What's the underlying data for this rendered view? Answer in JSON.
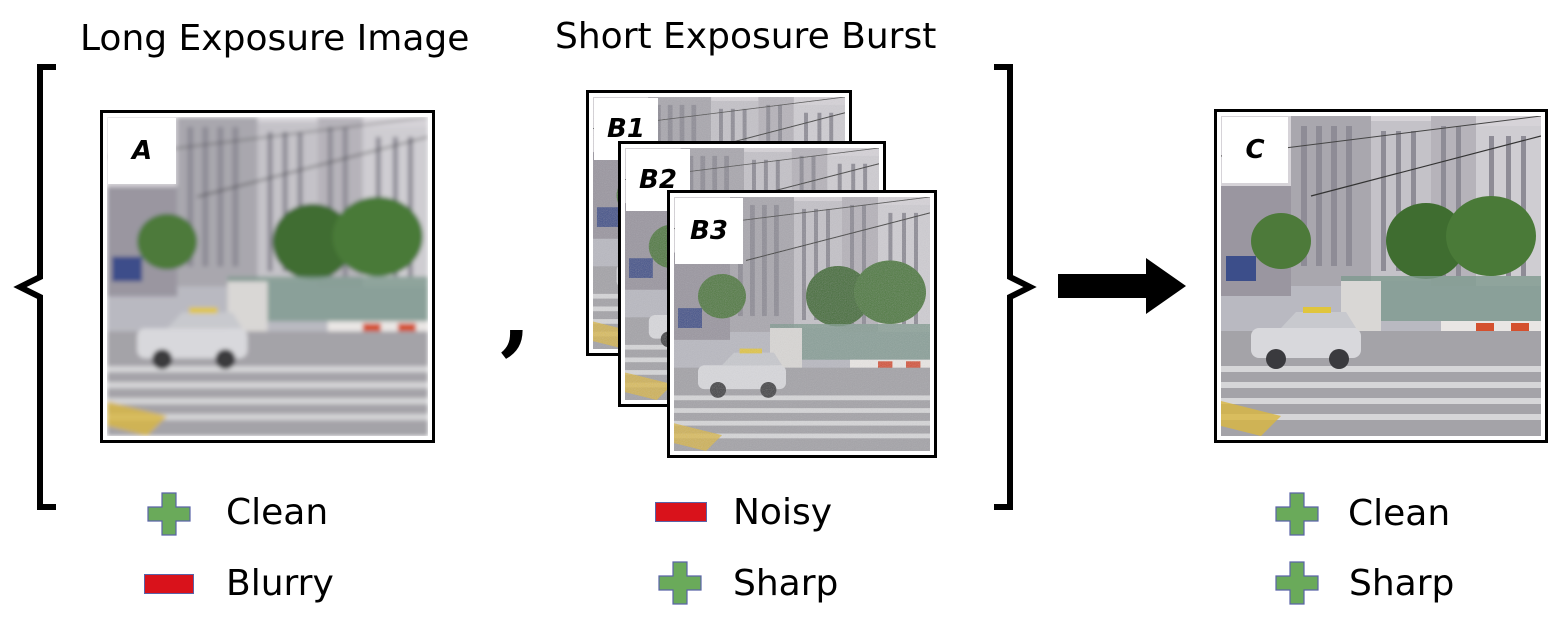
{
  "titles": {
    "long": "Long Exposure Image",
    "short": "Short Exposure Burst"
  },
  "labels": {
    "a": "A",
    "b1": "B1",
    "b2": "B2",
    "b3": "B3",
    "c": "C"
  },
  "separator": ",",
  "legend": {
    "long": [
      {
        "sign": "plus",
        "text": "Clean"
      },
      {
        "sign": "minus",
        "text": "Blurry"
      }
    ],
    "short": [
      {
        "sign": "minus",
        "text": "Noisy"
      },
      {
        "sign": "plus",
        "text": "Sharp"
      }
    ],
    "output": [
      {
        "sign": "plus",
        "text": "Clean"
      },
      {
        "sign": "plus",
        "text": "Sharp"
      }
    ]
  },
  "colors": {
    "plus": "#6aaa5a",
    "minus": "#d9121b",
    "arrow": "#000000"
  },
  "icons": {
    "arrow": "right-arrow-icon",
    "plus": "plus-icon",
    "minus": "minus-icon"
  }
}
